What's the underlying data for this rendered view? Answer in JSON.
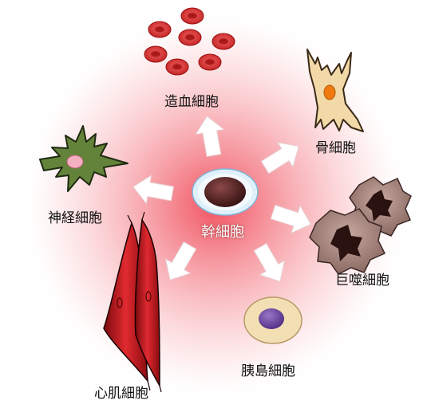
{
  "labels": {
    "center": "幹細胞",
    "blood": "造血細胞",
    "bone": "骨細胞",
    "nerve": "神経細胞",
    "macrophage": "巨噬細胞",
    "heart": "心肌細胞",
    "pancreas": "胰島細胞"
  },
  "colors": {
    "glow": "#f05a66",
    "blood_cell": "#d93a3a",
    "bone_cell": "#f2dcae",
    "nerve_cell": "#6b8a3a",
    "macrophage": "#a88880",
    "heart_muscle": "#c4161c",
    "islet_cell": "#f3e2b8",
    "stem_nucleus": "#5a2424"
  }
}
